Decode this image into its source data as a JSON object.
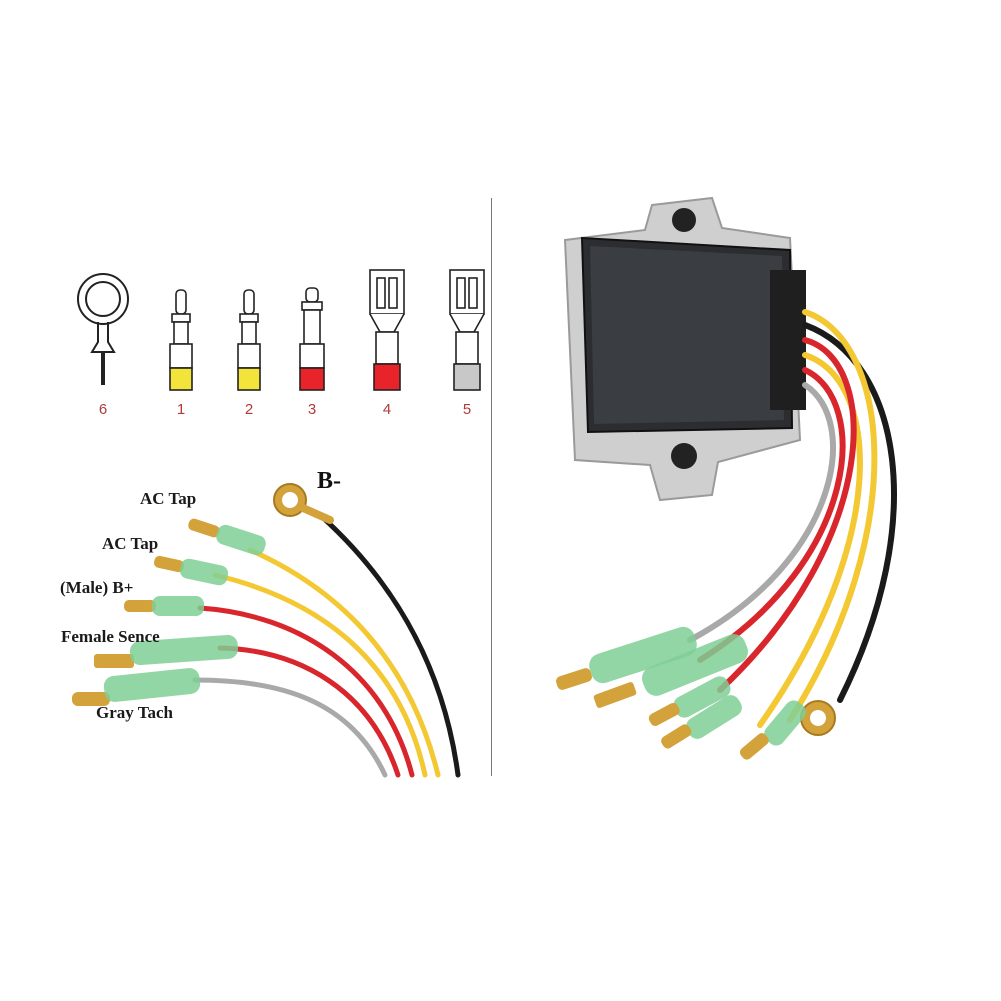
{
  "connectors": [
    {
      "number": "6",
      "type": "ring",
      "color": "#ffffff"
    },
    {
      "number": "1",
      "type": "male-bullet",
      "color": "#f2e43a"
    },
    {
      "number": "2",
      "type": "male-bullet",
      "color": "#f2e43a"
    },
    {
      "number": "3",
      "type": "male-bullet-large",
      "color": "#e8242a"
    },
    {
      "number": "4",
      "type": "female-spade",
      "color": "#e8242a"
    },
    {
      "number": "5",
      "type": "female-spade",
      "color": "#c8c8c8"
    }
  ],
  "wire_labels": {
    "b_minus": "B-",
    "ac_tap_1": "AC Tap",
    "ac_tap_2": "AC Tap",
    "male_b_plus": "(Male) B+",
    "female_sense": "Female Sence",
    "gray_tach": "Gray Tach"
  },
  "wire_colors": {
    "yellow": "#f3c832",
    "red": "#d8262c",
    "black": "#1a1a1a",
    "gray": "#a9a9a9",
    "sleeve": "#7fcf95",
    "brass": "#d4a23a"
  }
}
